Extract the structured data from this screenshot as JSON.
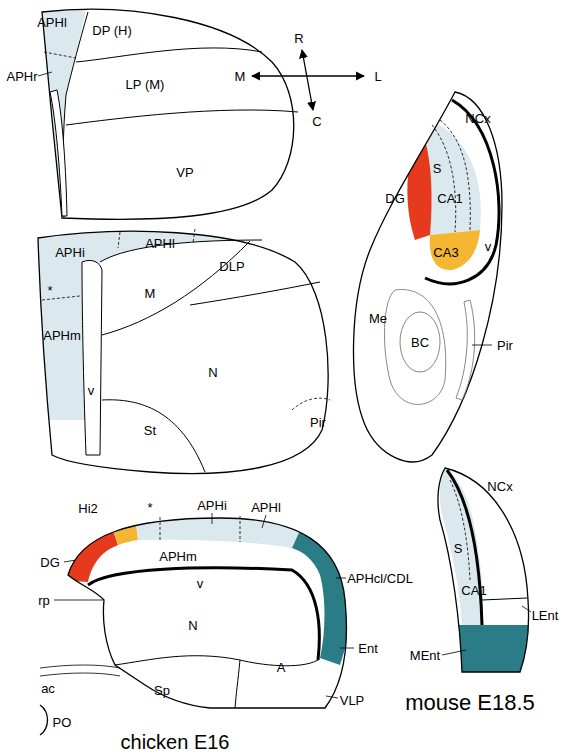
{
  "diagram": {
    "labels": [
      "APHl",
      "DP (H)",
      "APHr",
      "LP (M)",
      "VP",
      "R",
      "M",
      "L",
      "C",
      "NCx",
      "S",
      "DG",
      "CA1",
      "v",
      "CA3",
      "Me",
      "BC",
      "Pir",
      "APHl",
      "APHi",
      "*",
      "DLP",
      "M",
      "APHm",
      "v",
      "N",
      "St",
      "Pir",
      "Hi2",
      "*",
      "APHi",
      "APHl",
      "DG",
      "APHm",
      "v",
      "APHcl/CDL",
      "rp",
      "N",
      "Ent",
      "A",
      "Sp",
      "VLP",
      "ac",
      "PO",
      "chicken E16",
      "NCx",
      "S",
      "CA1",
      "LEnt",
      "MEnt",
      "mouse E18.5"
    ]
  }
}
